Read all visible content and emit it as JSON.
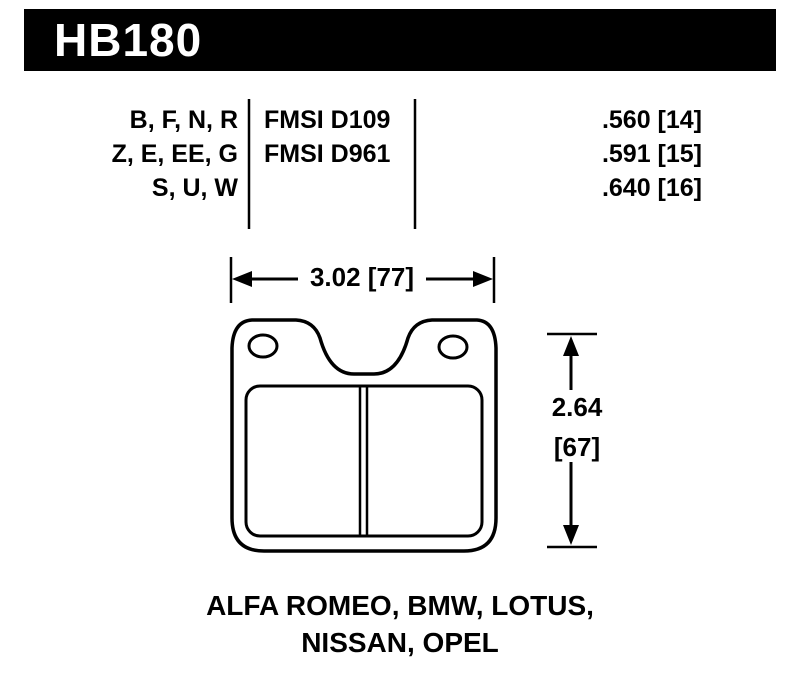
{
  "header": {
    "part_number": "HB180",
    "bg_color": "#000000",
    "text_color": "#ffffff"
  },
  "spec_table": {
    "compounds": [
      "B, F, N, R",
      "Z, E, EE, G",
      "S, U, W"
    ],
    "fmsi_numbers": [
      "FMSI D109",
      "FMSI D961"
    ],
    "thicknesses": [
      ".560 [14]",
      ".591 [15]",
      ".640 [16]"
    ]
  },
  "dimensions": {
    "width_label": "3.02 [77]",
    "height_inch": "2.64",
    "height_mm": "[67]"
  },
  "applications": {
    "line1": "ALFA ROMEO, BMW, LOTUS,",
    "line2": "NISSAN, OPEL"
  }
}
